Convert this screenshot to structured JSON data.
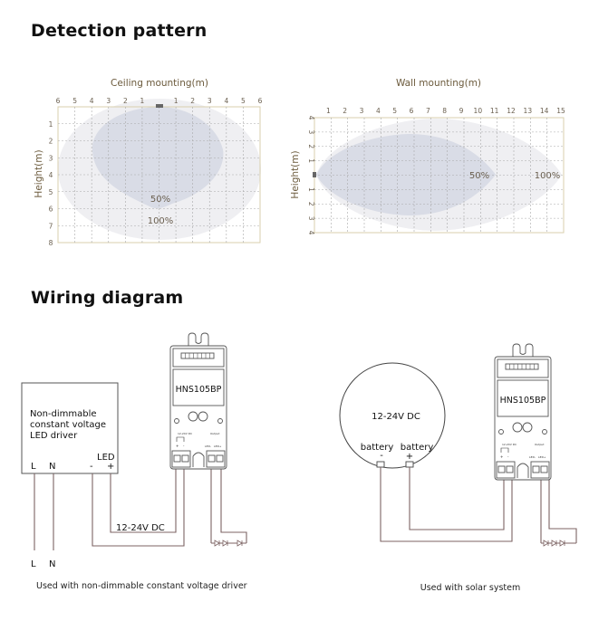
{
  "sections": {
    "detection": "Detection pattern",
    "wiring": "Wiring diagram"
  },
  "ceiling_chart": {
    "title": "Ceiling mounting(m)",
    "ylabel": "Height(m)",
    "x_ticks": [
      "6",
      "5",
      "4",
      "3",
      "2",
      "1",
      "",
      "1",
      "2",
      "3",
      "4",
      "5",
      "6"
    ],
    "y_ticks": [
      "1",
      "2",
      "3",
      "4",
      "5",
      "6",
      "7",
      "8"
    ],
    "zones": [
      "50%",
      "100%"
    ]
  },
  "wall_chart": {
    "title": "Wall mounting(m)",
    "ylabel": "Height(m)",
    "x_ticks": [
      "1",
      "2",
      "3",
      "4",
      "5",
      "6",
      "7",
      "8",
      "9",
      "10",
      "11",
      "12",
      "13",
      "14",
      "15"
    ],
    "y_ticks": [
      "4",
      "3",
      "2",
      "1",
      "0",
      "1",
      "2",
      "3",
      "4"
    ],
    "zones": [
      "50%",
      "100%"
    ]
  },
  "colors": {
    "zone50": "#d9dce6",
    "zone100": "#efeff2",
    "wire": "#7c6363",
    "grid": "#a9a9a9",
    "frame": "#d8cfae"
  },
  "module": {
    "model": "HNS105BP",
    "input_label": "12-24V DC",
    "output_label": "Output",
    "input_pins": [
      "+",
      "-"
    ],
    "output_pins": [
      "LED-",
      "LED+"
    ]
  },
  "left_diagram": {
    "driver_text": [
      "Non-dimmable",
      "constant voltage",
      "LED driver"
    ],
    "led_label": "LED",
    "minus": "-",
    "plus": "+",
    "L": "L",
    "N": "N",
    "voltage": "12-24V DC",
    "caption": "Used with non-dimmable constant voltage driver"
  },
  "right_diagram": {
    "voltage": "12-24V DC",
    "battery_neg": "battery",
    "battery_pos": "battery",
    "minus": "-",
    "plus": "+",
    "caption": "Used with solar system"
  }
}
